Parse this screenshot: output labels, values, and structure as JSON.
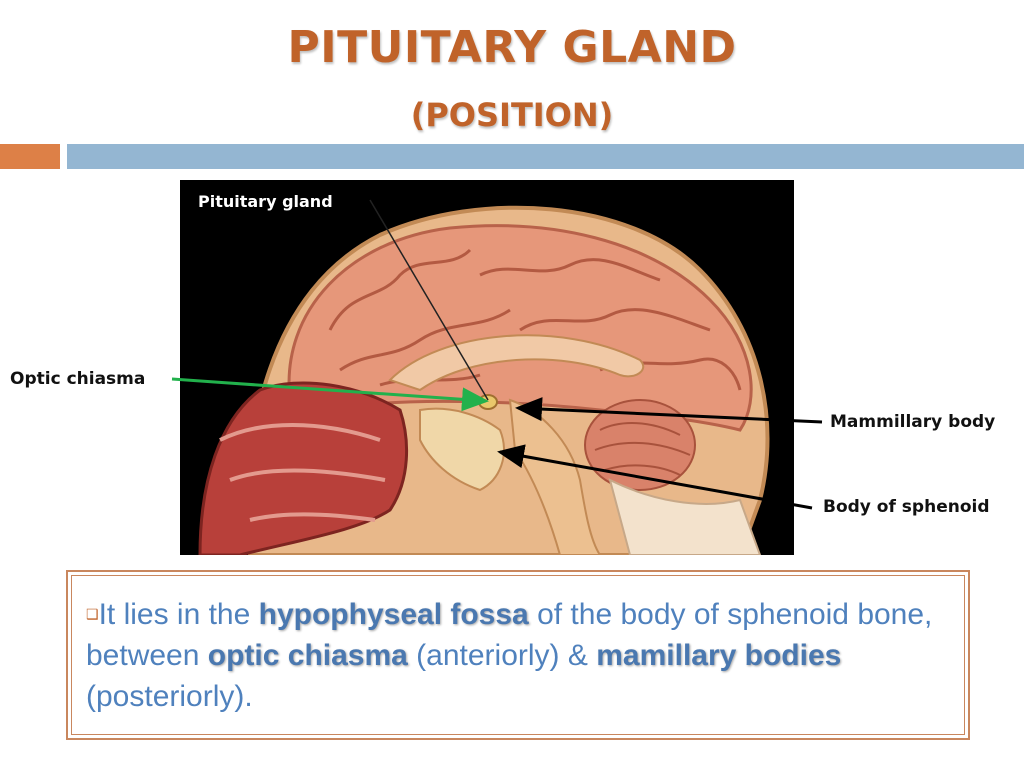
{
  "header": {
    "title": "PITUITARY GLAND",
    "subtitle": "(POSITION)"
  },
  "figure": {
    "label": "Pituitary gland"
  },
  "callouts": {
    "optic_chiasma": "Optic chiasma",
    "mammillary_body": "Mammillary body",
    "body_of_sphenoid": "Body of sphenoid"
  },
  "colors": {
    "title": "#c0632a",
    "accent_orange": "#dd8047",
    "accent_blue": "#94b6d2",
    "body_text": "#4f81bd",
    "optic_arrow": "#22b14c"
  },
  "description": {
    "bullet_icon": "square-bullet-icon",
    "part1": "It lies in the ",
    "term1": "hypophyseal fossa",
    "part2": " of the body of sphenoid bone, between ",
    "term2": "optic chiasma",
    "part3": " (anteriorly) & ",
    "term3": "mamillary bodies",
    "part4": " (posteriorly)."
  }
}
